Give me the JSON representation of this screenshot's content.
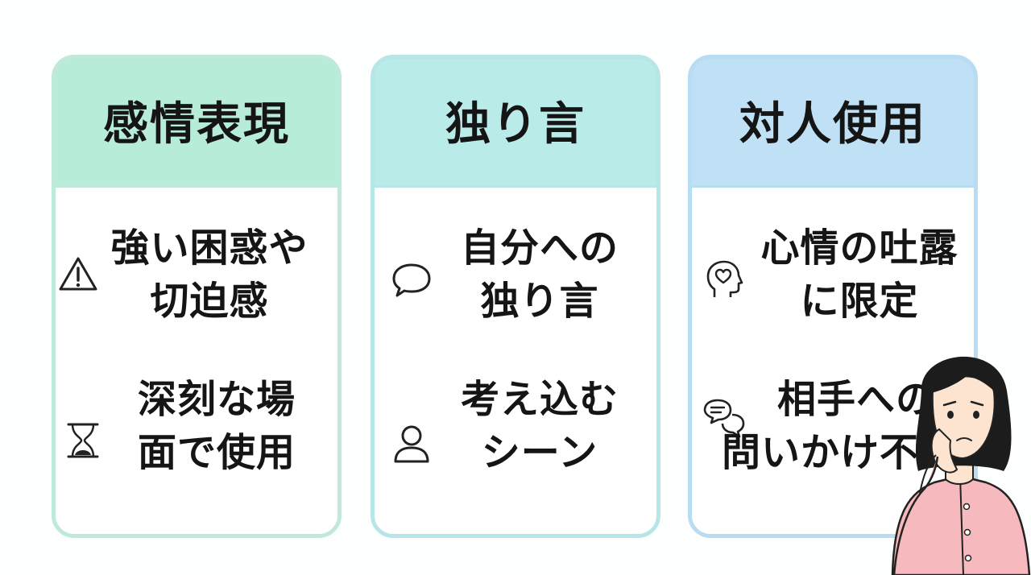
{
  "cards": [
    {
      "title": "感情表現",
      "items": [
        {
          "icon": "warning-icon",
          "lines": [
            "強い困惑や",
            "切迫感"
          ]
        },
        {
          "icon": "hourglass-icon",
          "lines": [
            "深刻な場",
            "面で使用"
          ]
        }
      ]
    },
    {
      "title": "独り言",
      "items": [
        {
          "icon": "speech-bubble-icon",
          "lines": [
            "自分への",
            "独り言"
          ]
        },
        {
          "icon": "person-icon",
          "lines": [
            "考え込む",
            "シーン"
          ]
        }
      ]
    },
    {
      "title": "対人使用",
      "items": [
        {
          "icon": "heart-head-icon",
          "lines": [
            "心情の吐露",
            "に限定"
          ]
        },
        {
          "icon": "chat-bubbles-icon",
          "lines": [
            "相手への",
            "問いかけ不可"
          ]
        }
      ]
    }
  ],
  "colors": {
    "card1_header": "#b7ecd9",
    "card2_header": "#b9ebe9",
    "card3_header": "#bfe0f5",
    "cardigan": "#f6b9bd"
  }
}
